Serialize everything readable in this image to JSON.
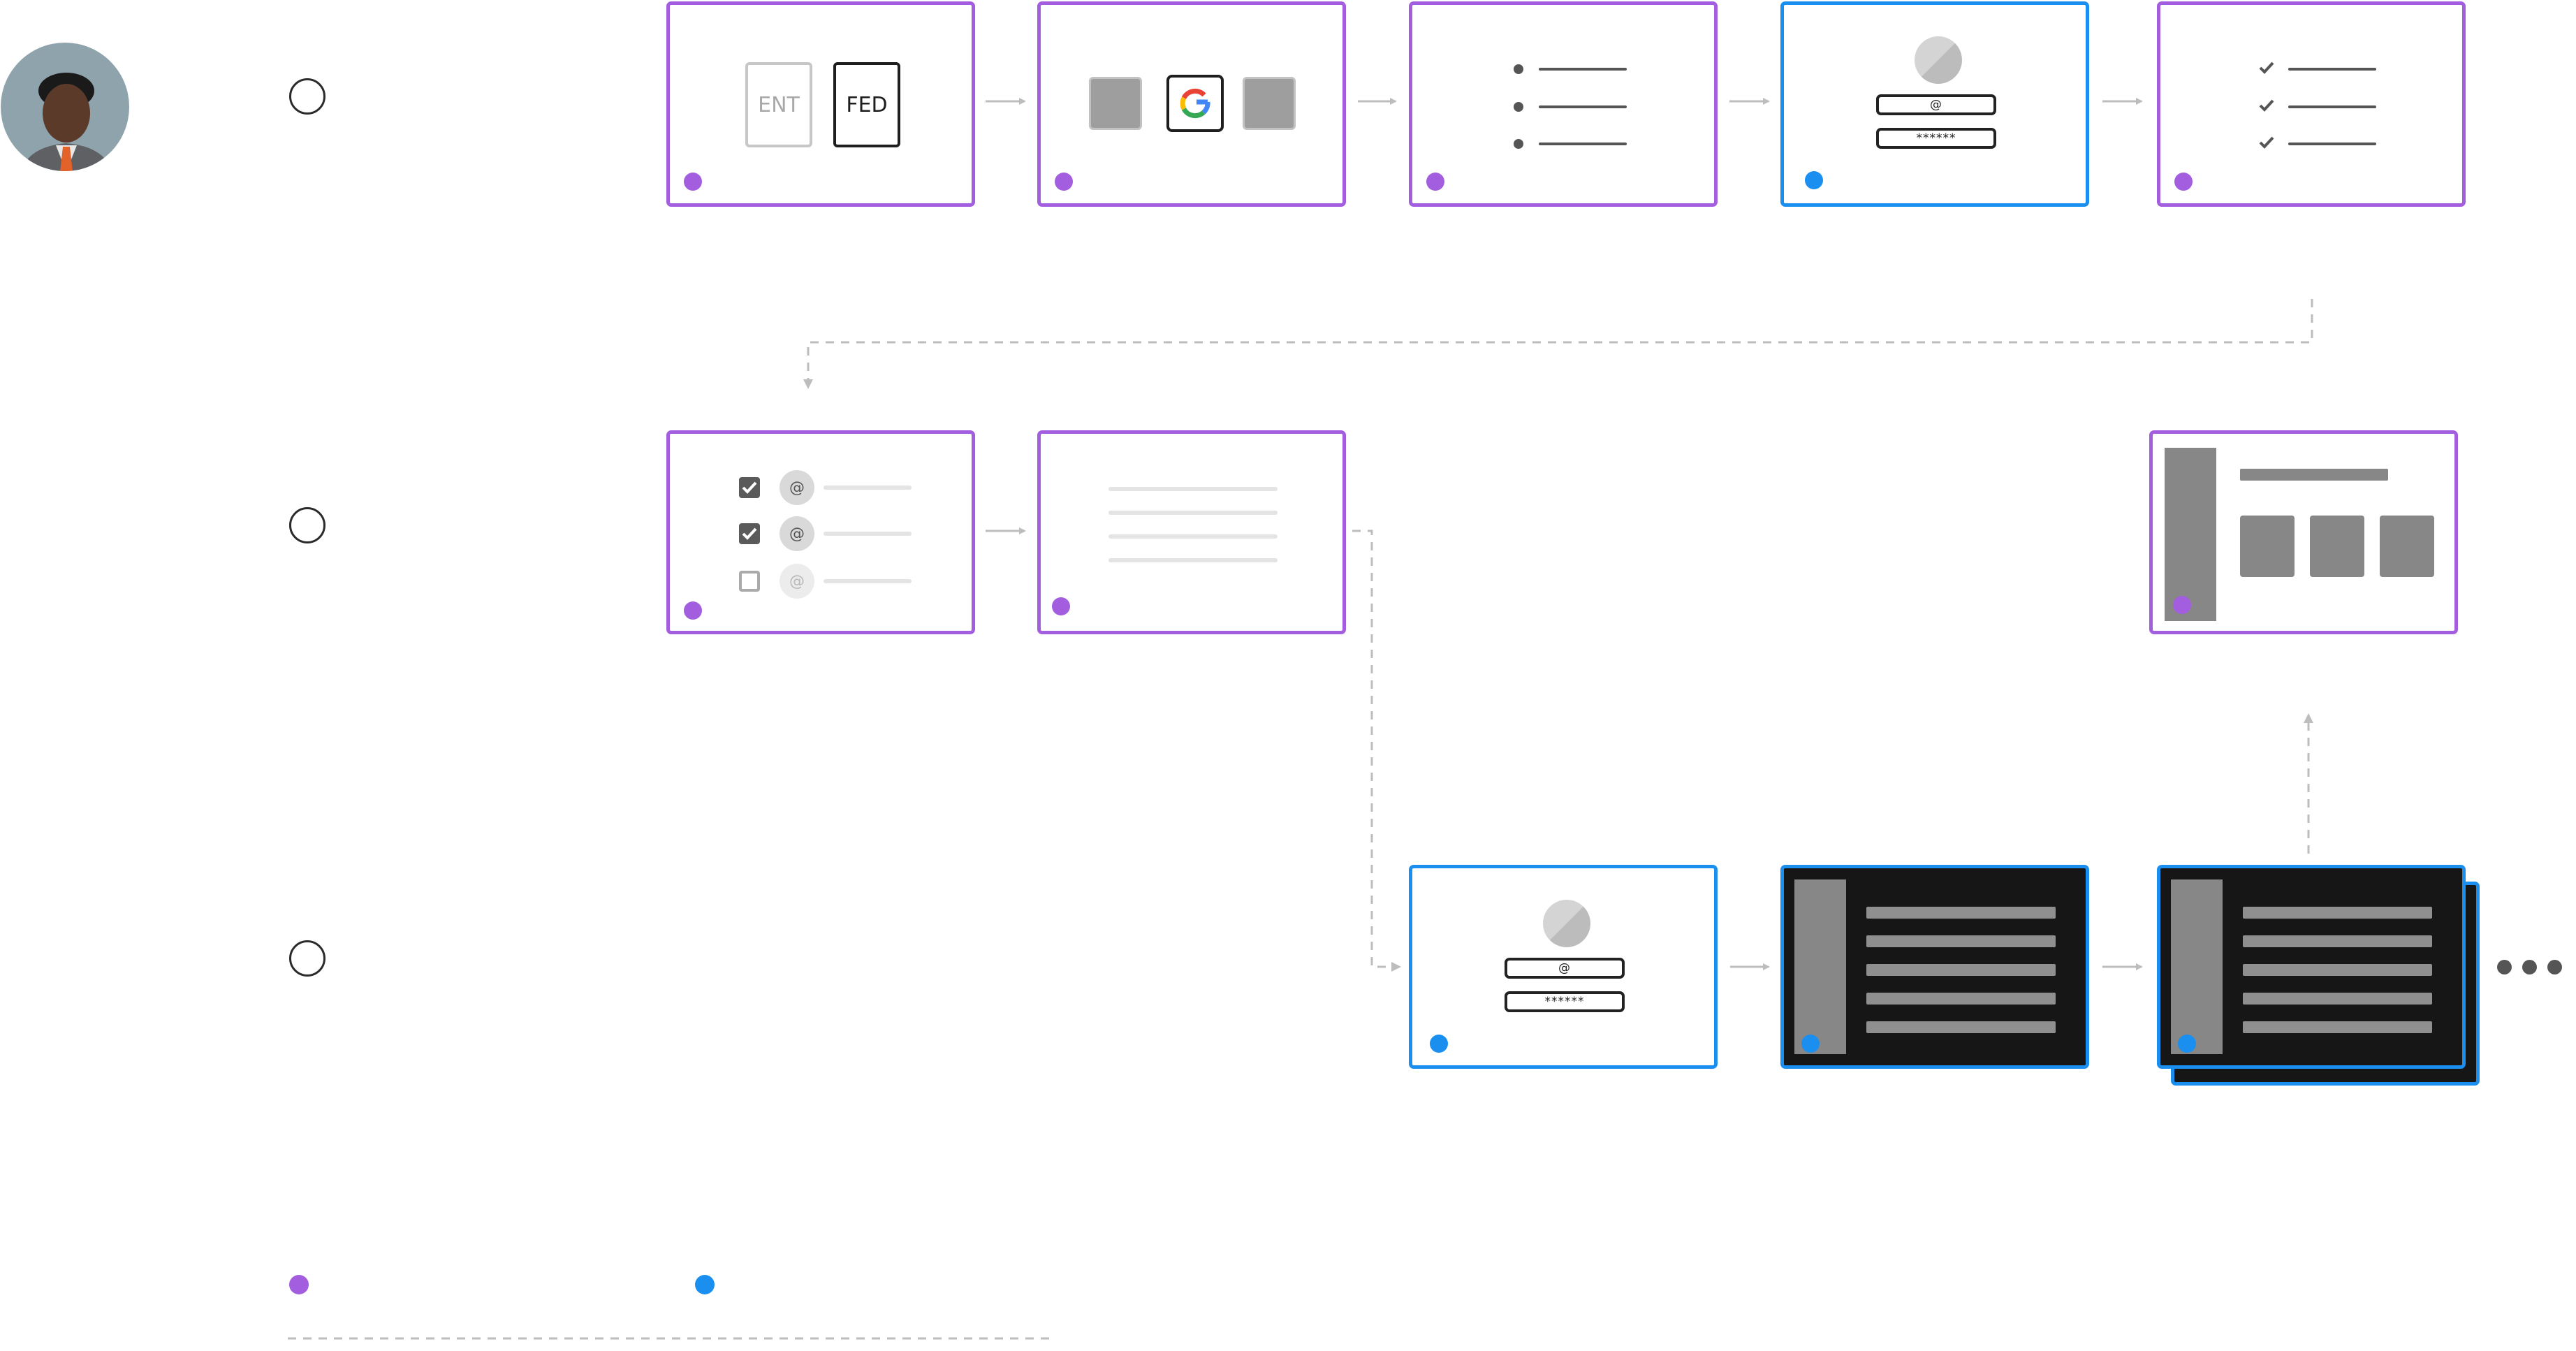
{
  "colors": {
    "purple": "#a35ee0",
    "blue": "#1a8fef",
    "arrow": "#bdbdbd",
    "dark_screen": "#161616"
  },
  "profile": {
    "icon": "user-photo-avatar"
  },
  "step1": {
    "screen_enterprise_federated": {
      "ent_label": "ENT",
      "fed_label": "FED"
    },
    "screen_identity_provider": {
      "icon": "google-g-icon"
    },
    "screen_list": {
      "icon": "bulleted-list"
    },
    "screen_login": {
      "email_placeholder": "@",
      "password_mask": "******"
    },
    "screen_checklist": {
      "icon": "checklist"
    }
  },
  "step2": {
    "screen_email_selection": {
      "at_symbol": "@"
    },
    "screen_text_lines": {
      "icon": "text-lines"
    },
    "screen_dashboard": {
      "icon": "dashboard"
    }
  },
  "step3": {
    "screen_login": {
      "email_placeholder": "@",
      "password_mask": "******"
    },
    "screen_app_dark": {
      "icon": "app-sidebar-list"
    },
    "screen_app_dark_stack": {
      "icon": "stacked-app-windows"
    }
  },
  "legend": {
    "items": [
      {
        "color": "#a35ee0"
      },
      {
        "color": "#1a8fef"
      }
    ]
  }
}
